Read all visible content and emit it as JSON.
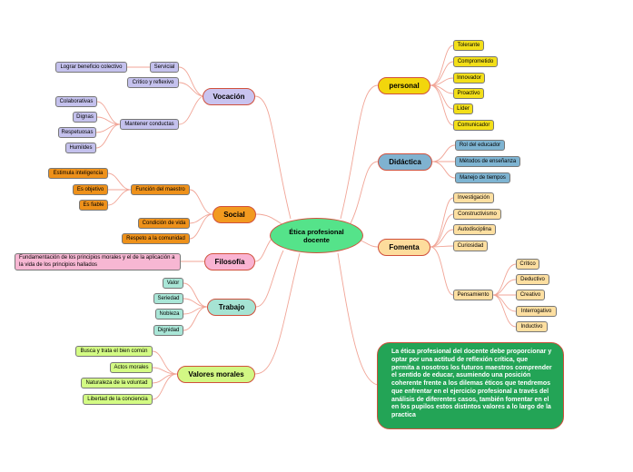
{
  "center": {
    "line1": "Ética profesional",
    "line2": "docente"
  },
  "vocacion": {
    "label": "Vocación",
    "servicial": "Servicial",
    "lograr": "Lograr beneficio colectivo",
    "critico": "Critico y reflexivo",
    "mantener": "Mantener conductas",
    "conductas": [
      "Colaborativas",
      "Dignas",
      "Respetuosas",
      "Humildes"
    ]
  },
  "social": {
    "label": "Social",
    "funcion": "Función del maestro",
    "funcion_items": [
      "Estimula inteligencia",
      "Es objetivo",
      "Es fiable"
    ],
    "condicion": "Condición de vida",
    "respeto": "Respeto a la comunidad"
  },
  "filosofia": {
    "label": "Filosofía",
    "text": "Fundamentación de los principios morales y el de la aplicación a la vida de los principios hallados"
  },
  "trabajo": {
    "label": "Trabajo",
    "items": [
      "Valor",
      "Seriedad",
      "Nobleza",
      "Dignidad"
    ]
  },
  "valores": {
    "label": "Valores morales",
    "items": [
      "Busca y trata el bien común",
      "Actos morales",
      "Naturaleza de la voluntad",
      "Libertad de la conciencia"
    ]
  },
  "personal": {
    "label": "personal",
    "items": [
      "Tolerante",
      "Comprometido",
      "Innovador",
      "Proactivo",
      "Líder",
      "Comunicador"
    ]
  },
  "didactica": {
    "label": "Didáctica",
    "items": [
      "Rol del educador",
      "Métodos de enseñanza",
      "Manejo de tiempos"
    ]
  },
  "fomenta": {
    "label": "Fomenta",
    "items": [
      "Investigación",
      "Constructivismo",
      "Autodisciplina",
      "Curiosidad"
    ],
    "pensamiento": "Pensamiento",
    "pensamiento_items": [
      "Crítico",
      "Deductivo",
      "Creativo",
      "Interrogativo",
      "Inductivo"
    ]
  },
  "note": "La ética profesional del docente debe proporcionar  y optar por una actitud de reflexión crítica, que permita a nosotros los futuros maestros comprender el sentido de educar, asumiendo una posición coherente frente a los dilemas éticos que tendremos que enfrentar en el ejercicio profesional a través del análisis de diferentes casos, también fomentar en el en los pupilos estos distintos valores a lo largo de la practica",
  "colors": {
    "line": "#ef9f8f",
    "center": "#55e38a",
    "note": "#23a456"
  }
}
